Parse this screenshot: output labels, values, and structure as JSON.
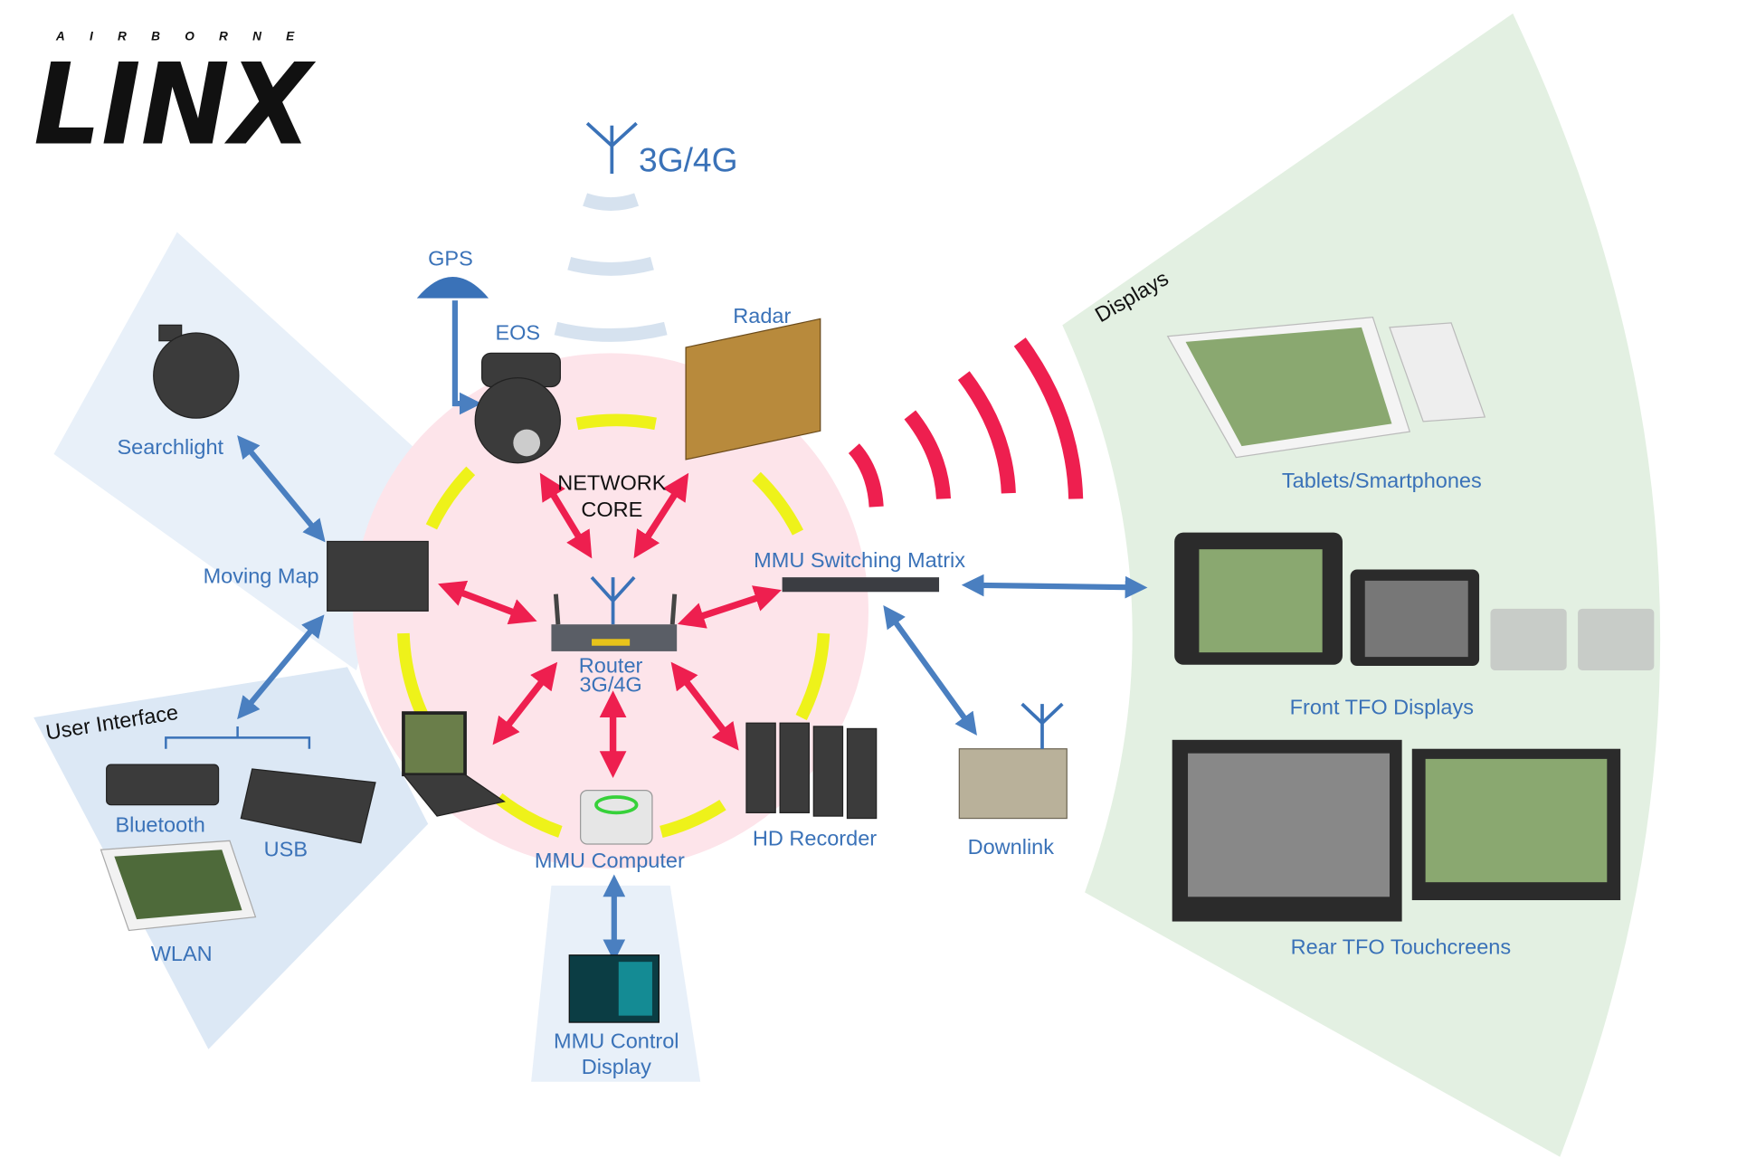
{
  "logo": {
    "small": "AIRBORNE",
    "big": "LINX"
  },
  "center": {
    "line1": "NETWORK",
    "line2": "CORE"
  },
  "labels": {
    "cellular": "3G/4G",
    "gps": "GPS",
    "eos": "EOS",
    "radar": "Radar",
    "searchlight": "Searchlight",
    "moving_map": "Moving Map",
    "router_1": "Router",
    "router_2": "3G/4G",
    "switching_matrix": "MMU Switching Matrix",
    "user_interface": "User Interface",
    "bluetooth": "Bluetooth",
    "usb": "USB",
    "wlan": "WLAN",
    "mmu_computer": "MMU Computer",
    "hd_recorder": "HD Recorder",
    "downlink": "Downlink",
    "control_display_1": "MMU Control",
    "control_display_2": "Display",
    "displays": "Displays",
    "tablets": "Tablets/Smartphones",
    "front_tfo": "Front TFO Displays",
    "rear_tfo": "Rear TFO Touchcreens"
  },
  "colors": {
    "label_blue": "#3a72b8",
    "arrow_red": "#ee1f4f",
    "arrow_blue": "#4a7fc0",
    "core_pink": "#fde4ea",
    "ring_yellow": "#eef21a",
    "ui_zone": "#dce8f5",
    "display_zone": "#e3f0e2"
  }
}
